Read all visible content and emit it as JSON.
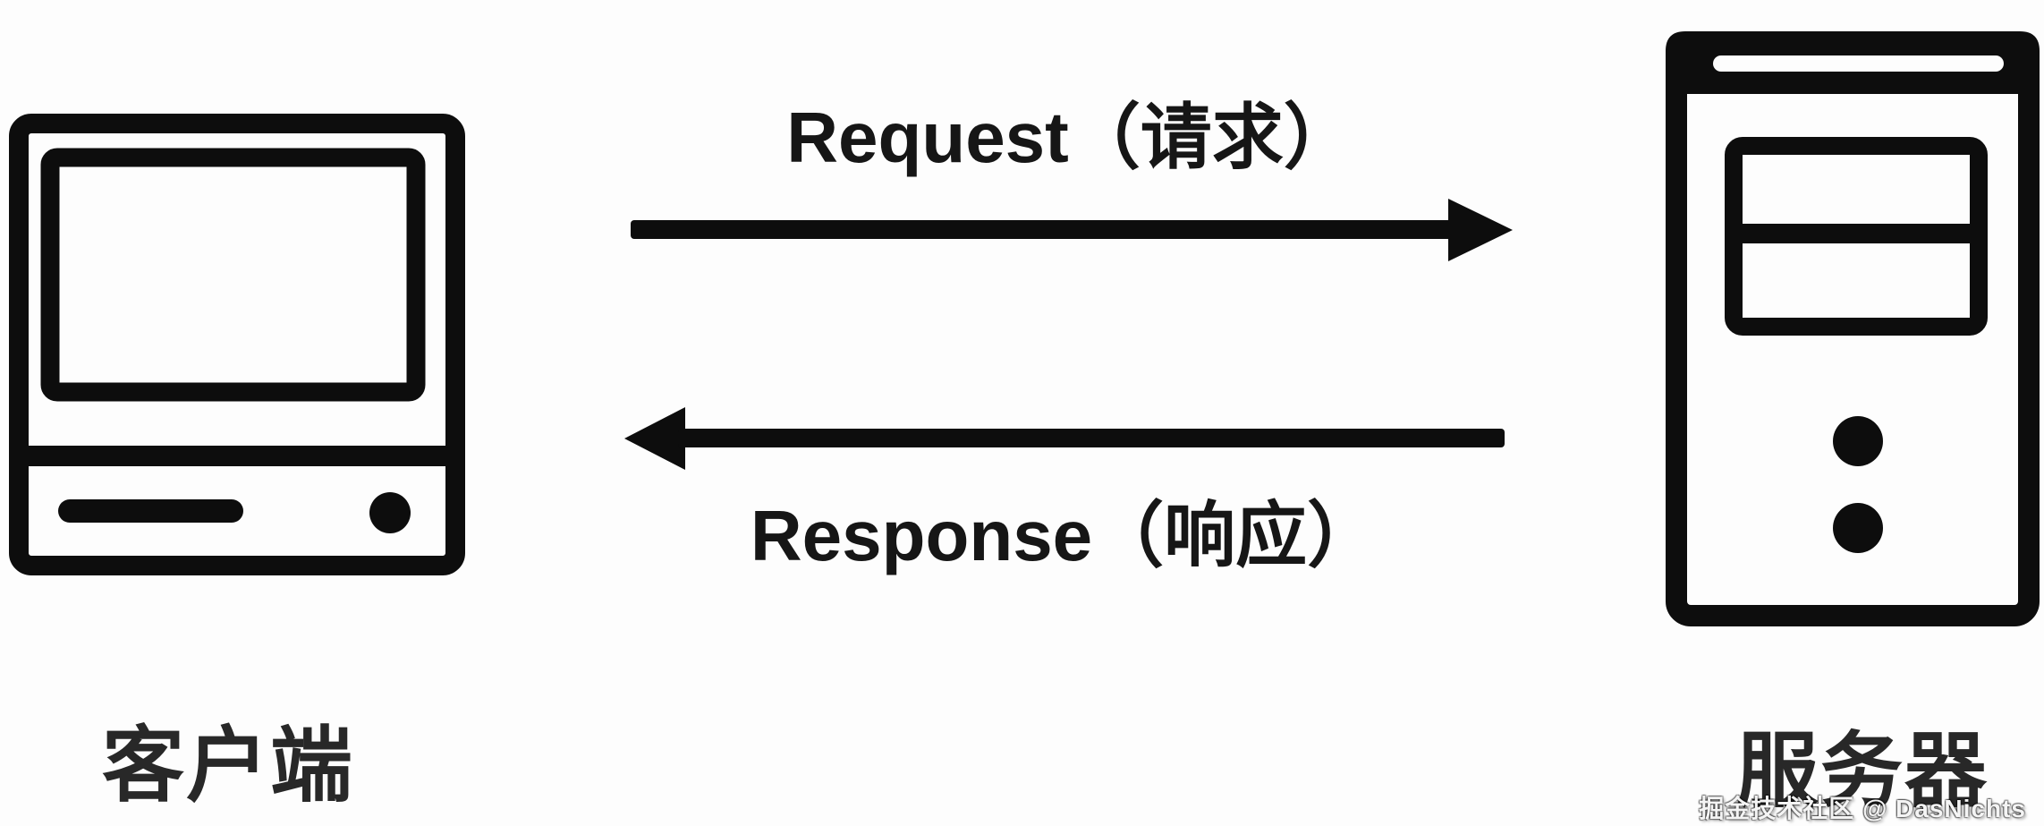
{
  "diagram": {
    "kind": "client-server-request-response",
    "background": "#fdfdfd"
  },
  "nodes": {
    "client": {
      "label": "客户端",
      "icon": "desktop-computer-icon"
    },
    "server": {
      "label": "服务器",
      "icon": "server-tower-icon"
    }
  },
  "edges": {
    "request": {
      "label": "Request（请求）",
      "direction": "client-to-server",
      "arrow": "right"
    },
    "response": {
      "label": "Response（响应）",
      "direction": "server-to-client",
      "arrow": "left"
    }
  },
  "watermark": {
    "text": "掘金技术社区 @ DasNichts"
  },
  "colors": {
    "ink": "#0d0d0d",
    "edge_label_text": "#161616",
    "node_label_text": "#282828",
    "watermark_text": "#f4f4f4",
    "background": "#fdfdfd"
  }
}
